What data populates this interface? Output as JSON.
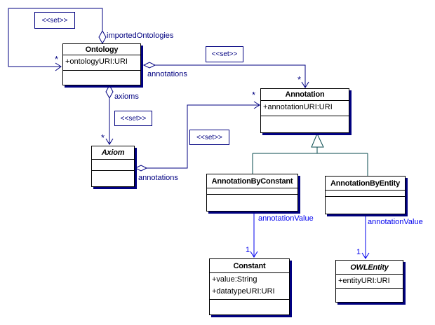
{
  "diagram": {
    "kind": "uml-class-diagram",
    "colors": {
      "background": "#ffffff",
      "class_border": "#000000",
      "class_shadow": "#000080",
      "association": "#000080",
      "attribute_link": "#0000ee",
      "generalization": "#074a4e",
      "text": "#000000"
    }
  },
  "stereotypes": {
    "set": "<<set>>"
  },
  "classes": {
    "ontology": {
      "name": "Ontology",
      "attributes": [
        "+ontologyURI:URI"
      ]
    },
    "annotation": {
      "name": "Annotation",
      "attributes": [
        "+annotationURI:URI"
      ]
    },
    "axiom": {
      "name": "Axiom",
      "attributes": []
    },
    "annotation_by_constant": {
      "name": "AnnotationByConstant",
      "attributes": []
    },
    "annotation_by_entity": {
      "name": "AnnotationByEntity",
      "attributes": []
    },
    "constant": {
      "name": "Constant",
      "attributes": [
        "+value:String",
        "+datatypeURI:URI"
      ]
    },
    "owl_entity": {
      "name": "OWLEntity",
      "attributes": [
        "+entityURI:URI"
      ]
    }
  },
  "edges": {
    "imported_ontologies": {
      "type": "aggregation-self",
      "from": "Ontology",
      "to": "Ontology",
      "label": "importedOntologies",
      "multiplicity": "*",
      "stereotype": "<<set>>"
    },
    "ontology_annotations": {
      "type": "aggregation",
      "from": "Ontology",
      "to": "Annotation",
      "label": "annotations",
      "multiplicity": "*",
      "stereotype": "<<set>>"
    },
    "axioms": {
      "type": "aggregation",
      "from": "Ontology",
      "to": "Axiom",
      "label": "axioms",
      "multiplicity": "*",
      "stereotype": "<<set>>"
    },
    "axiom_annotations": {
      "type": "aggregation",
      "from": "Axiom",
      "to": "Annotation",
      "label": "annotations",
      "multiplicity": "*",
      "stereotype": "<<set>>"
    },
    "generalization": {
      "type": "generalization",
      "parent": "Annotation",
      "children": [
        "AnnotationByConstant",
        "AnnotationByEntity"
      ]
    },
    "annotation_value_constant": {
      "type": "directed",
      "from": "AnnotationByConstant",
      "to": "Constant",
      "label": "annotationValue",
      "multiplicity": "1"
    },
    "annotation_value_entity": {
      "type": "directed",
      "from": "AnnotationByEntity",
      "to": "OWLEntity",
      "label": "annotationValue",
      "multiplicity": "1"
    }
  }
}
